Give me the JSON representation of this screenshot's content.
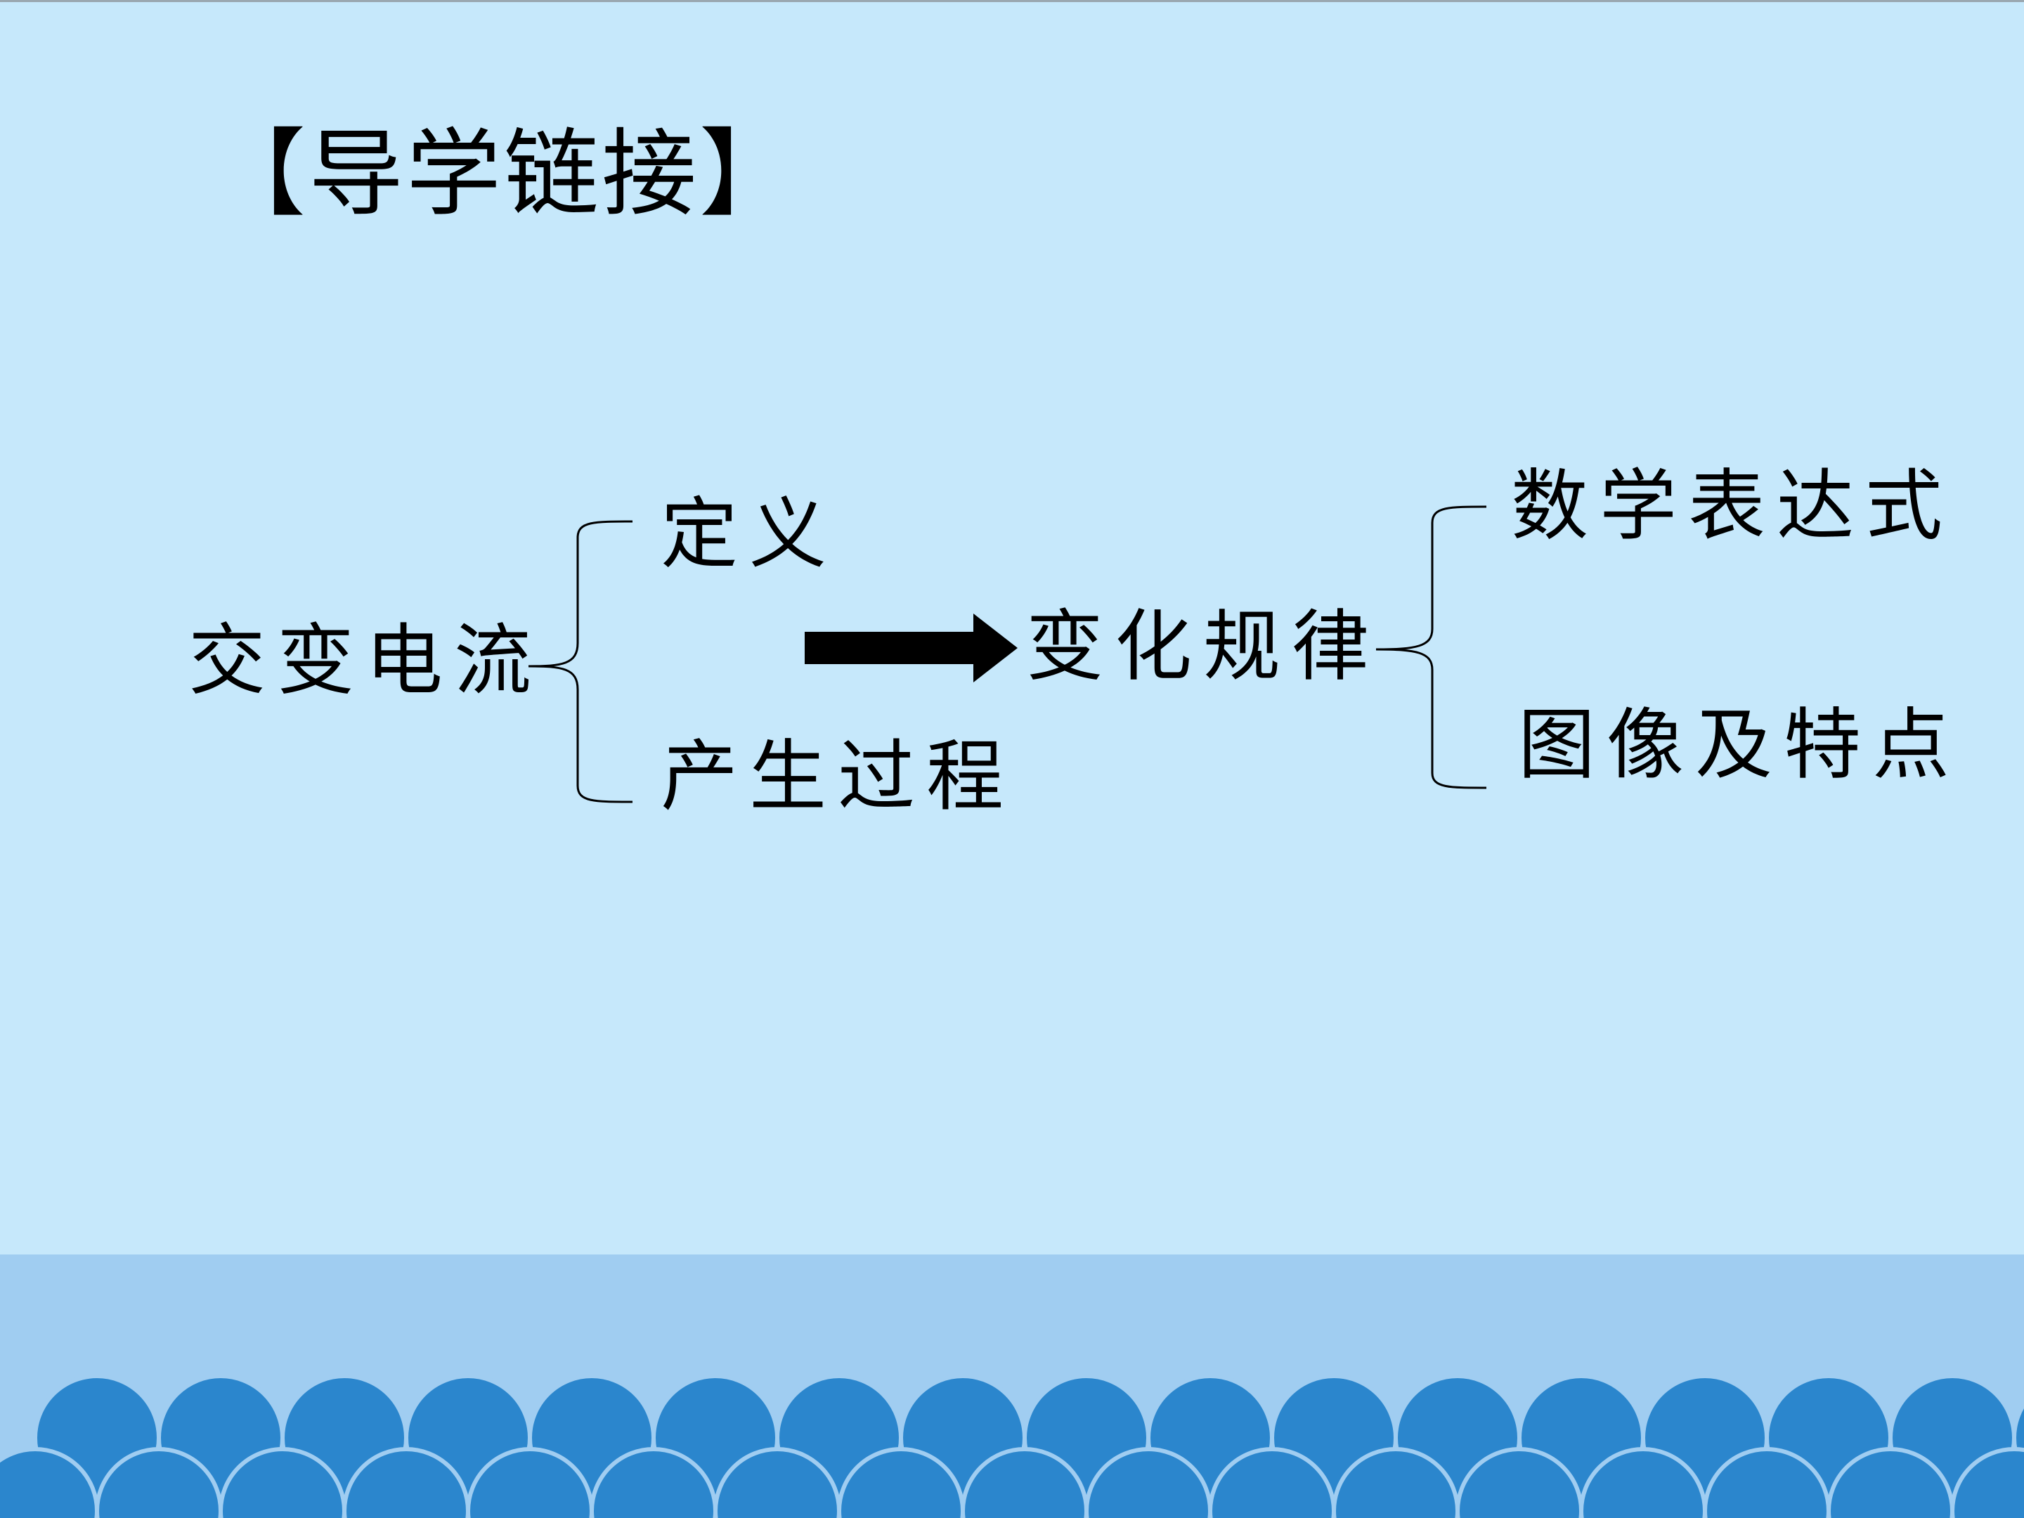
{
  "title": "【导学链接】",
  "diagram": {
    "root": "交变电流",
    "left_branches": [
      "定义",
      "产生过程"
    ],
    "center": "变化规律",
    "right_branches": [
      "数学表达式",
      "图像及特点"
    ]
  },
  "colors": {
    "background": "#c6e8fb",
    "band": "#a0cdf1",
    "scallop": "#2b86cd",
    "text": "#000000"
  }
}
